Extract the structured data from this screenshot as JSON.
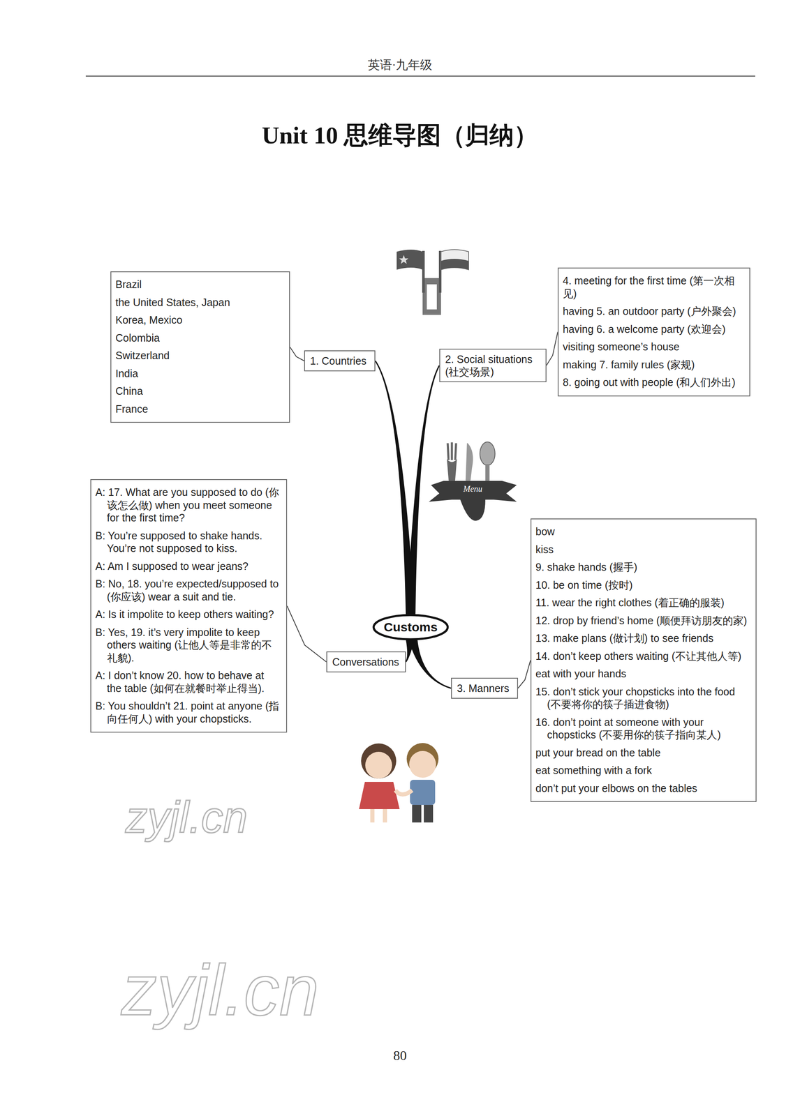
{
  "diagram": {
    "title": "Unit 10 思维导图（归纳）",
    "nodes": [
      {
        "text": [
          "Customs"
        ]
      },
      {
        "text": [
          "1. Countries"
        ]
      },
      {
        "text": [
          "Brazil",
          "the United States, Japan",
          "Korea, Mexico",
          "Colombia",
          "Switzerland",
          "India",
          "China",
          "France"
        ]
      },
      {
        "text": [
          "2. Social situations (社交场景)"
        ]
      },
      {
        "text": [
          "4. meeting for the first time (第一次相见)",
          "having 5. an outdoor party (户外聚会)",
          "having 6. a welcome party (欢迎会)",
          "visiting someone’s house",
          "making 7. family rules (家规)",
          "8. going out with people (和人们外出)"
        ]
      },
      {
        "text": [
          "3. Manners"
        ]
      },
      {
        "text": [
          "bow",
          "kiss",
          "9. shake hands (握手)",
          "10. be on time (按时)",
          "11. wear the right clothes (着正确的服装)",
          "12. drop by friend’s home (顺便拜访朋友的家)",
          "13. make plans (做计划) to see friends",
          "14. don’t keep others waiting (不让其他人等)",
          "eat with your hands",
          "15. don’t stick your chopsticks into the food (不要将你的筷子插进食物)",
          "16. don’t point at someone with your chopsticks (不要用你的筷子指向某人)",
          "put your bread on the table",
          "eat something with a fork",
          "don’t put your elbows on the tables"
        ]
      },
      {
        "text": [
          "Conversations"
        ]
      },
      {
        "text": [
          "A: 17. What are you supposed to do (你该怎么做) when you meet someone for the first time?",
          "B: You’re supposed to shake hands. You’re not supposed to kiss.",
          "A: Am I supposed to wear jeans?",
          "B: No, 18. you’re expected/supposed to (你应该) wear a suit and tie.",
          "A: Is it impolite to keep others waiting?",
          "B: Yes, 19. it’s very impolite to keep others waiting (让他人等是非常的不礼貌).",
          "A: I don’t know 20. how to behave at the table (如何在就餐时举止得当).",
          "B: You shouldn’t 21. point at anyone (指向任何人) with your chopsticks."
        ]
      }
    ],
    "edges": [
      {
        "from": 0,
        "to": 1,
        "arrow": "none"
      },
      {
        "from": 0,
        "to": 3,
        "arrow": "none"
      },
      {
        "from": 0,
        "to": 5,
        "arrow": "none"
      },
      {
        "from": 0,
        "to": 7,
        "arrow": "none"
      },
      {
        "from": 1,
        "to": 2,
        "arrow": "none"
      },
      {
        "from": 3,
        "to": 4,
        "arrow": "none"
      },
      {
        "from": 5,
        "to": 6,
        "arrow": "none"
      },
      {
        "from": 7,
        "to": 8,
        "arrow": "none"
      }
    ],
    "labels": [
      "英语·九年级",
      "Menu",
      "zyjl.cn",
      "zyjl.cn",
      "80"
    ]
  }
}
